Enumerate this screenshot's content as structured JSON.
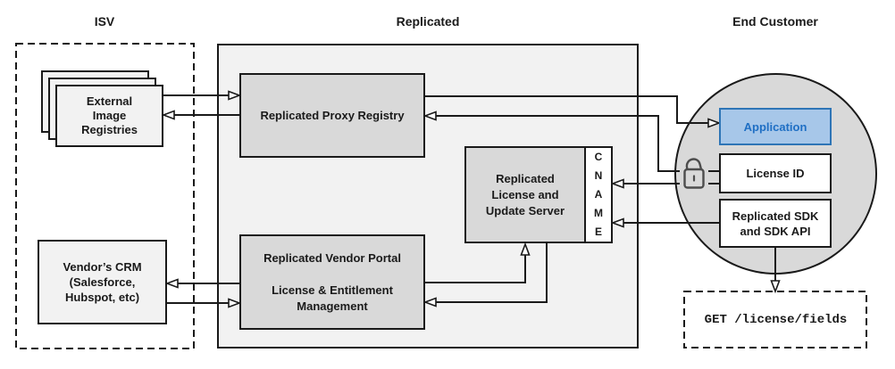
{
  "diagram": {
    "titles": {
      "isv": "ISV",
      "replicated": "Replicated",
      "end_customer": "End Customer"
    },
    "isv": {
      "external_registries": "External\nImage\nRegistries",
      "vendor_crm": "Vendor’s CRM\n(Salesforce,\nHubspot, etc)"
    },
    "replicated": {
      "proxy_registry": "Replicated Proxy Registry",
      "license_update_server": "Replicated\nLicense and\nUpdate Server",
      "cname": "C\nN\nA\nM\nE",
      "vendor_portal": "Replicated Vendor Portal\n\nLicense & Entitlement\nManagement"
    },
    "end_customer": {
      "application": "Application",
      "license_id": "License ID",
      "sdk": "Replicated SDK\nand SDK API",
      "api_request": "GET /license/fields"
    },
    "icons": {
      "lock": "lock-open-icon"
    },
    "colors": {
      "panel_gray": "#f2f2f2",
      "box_gray": "#d9d9d9",
      "line": "#1a1a1a",
      "application_fill": "#a7c7e9",
      "application_border": "#2e75b6",
      "application_text": "#1f6fc4",
      "lock": "#4d4d4d"
    },
    "edges": [
      {
        "from": "external-image-registries",
        "to": "replicated-proxy-registry"
      },
      {
        "from": "replicated-proxy-registry",
        "to": "external-image-registries"
      },
      {
        "from": "replicated-vendor-portal",
        "to": "vendors-crm"
      },
      {
        "from": "vendors-crm",
        "to": "replicated-vendor-portal"
      },
      {
        "from": "replicated-vendor-portal",
        "to": "replicated-license-and-update-server"
      },
      {
        "from": "replicated-license-and-update-server",
        "to": "replicated-vendor-portal"
      },
      {
        "from": "replicated-proxy-registry",
        "to": "application"
      },
      {
        "from": "license-id",
        "to": "replicated-proxy-registry"
      },
      {
        "from": "license-id",
        "to": "cname"
      },
      {
        "from": "replicated-sdk",
        "to": "cname"
      },
      {
        "from": "replicated-sdk",
        "to": "get-license-fields"
      }
    ]
  }
}
